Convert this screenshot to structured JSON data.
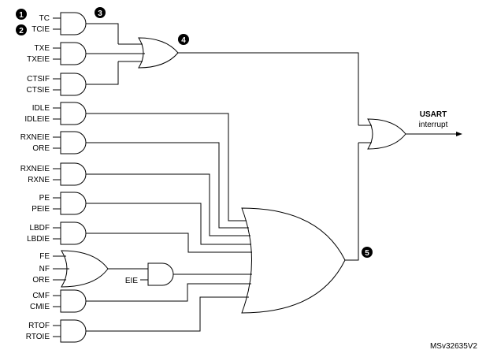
{
  "signals": {
    "tc": "TC",
    "tcie": "TCIE",
    "txe": "TXE",
    "txeie": "TXEIE",
    "ctsif": "CTSIF",
    "ctsie": "CTSIE",
    "idle": "IDLE",
    "idleie": "IDLEIE",
    "rxneie_a": "RXNEIE",
    "ore_a": "ORE",
    "rxneie_b": "RXNEIE",
    "rxne": "RXNE",
    "pe": "PE",
    "peie": "PEIE",
    "lbdf": "LBDF",
    "lbdie": "LBDIE",
    "fe": "FE",
    "nf": "NF",
    "ore_b": "ORE",
    "eie": "EIE",
    "cmf": "CMF",
    "cmie": "CMIE",
    "rtof": "RTOF",
    "rtoie": "RTOIE"
  },
  "output": {
    "line1": "USART",
    "line2": "interrupt"
  },
  "callouts": [
    "1",
    "2",
    "3",
    "4",
    "5"
  ],
  "reference": "MSv32635V2",
  "colors": {
    "ink": "#000000",
    "background": "#ffffff"
  }
}
